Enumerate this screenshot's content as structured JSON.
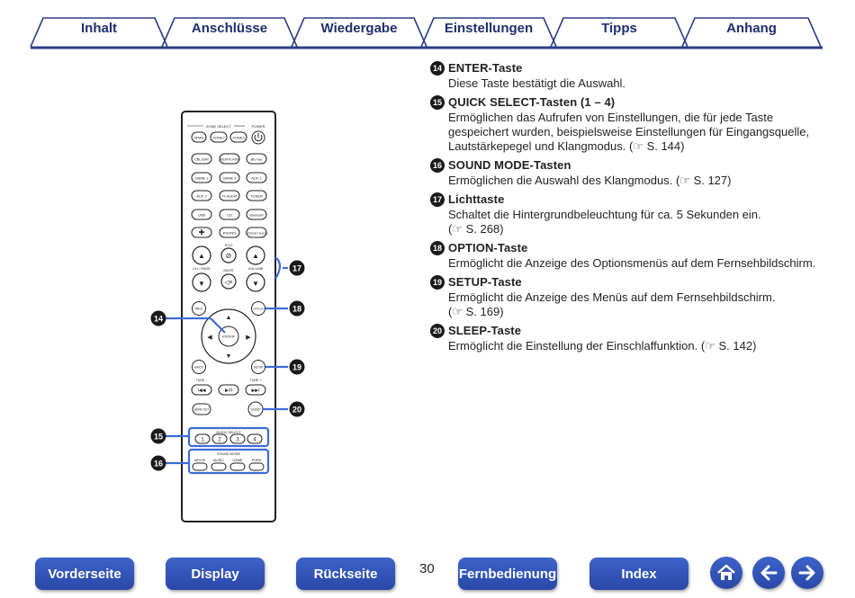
{
  "tabs": [
    {
      "label": "Inhalt"
    },
    {
      "label": "Anschlüsse"
    },
    {
      "label": "Wiedergabe"
    },
    {
      "label": "Einstellungen"
    },
    {
      "label": "Tipps"
    },
    {
      "label": "Anhang"
    }
  ],
  "items": [
    {
      "num": "14",
      "title": "ENTER-Taste",
      "desc": [
        "Diese Taste bestätigt die Auswahl."
      ],
      "ref": ""
    },
    {
      "num": "15",
      "title": "QUICK SELECT-Tasten (1 – 4)",
      "desc": [
        "Ermöglichen das Aufrufen von Einstellungen, die für jede Taste",
        "gespeichert wurden, beispielsweise Einstellungen für Eingangsquelle,",
        "Lautstärkepegel und Klangmodus."
      ],
      "ref": "S. 144"
    },
    {
      "num": "16",
      "title": "SOUND MODE-Tasten",
      "desc": [
        "Ermöglichen die Auswahl des Klangmodus."
      ],
      "ref": "S. 127"
    },
    {
      "num": "17",
      "title": "Lichttaste",
      "desc": [
        "Schaltet die Hintergrundbeleuchtung für ca. 5 Sekunden ein."
      ],
      "ref": "S. 268"
    },
    {
      "num": "18",
      "title": "OPTION-Taste",
      "desc": [
        "Ermöglicht die Anzeige des Optionsmenüs auf dem Fernsehbildschirm."
      ],
      "ref": ""
    },
    {
      "num": "19",
      "title": "SETUP-Taste",
      "desc": [
        "Ermöglicht die Anzeige des Menüs auf dem Fernsehbildschirm."
      ],
      "ref": "S. 169"
    },
    {
      "num": "20",
      "title": "SLEEP-Taste",
      "desc": [
        "Ermöglicht die Einstellung der Einschlaffunktion."
      ],
      "ref": "S. 142"
    }
  ],
  "remote": {
    "zone_select": "ZONE SELECT",
    "power": "POWER",
    "main": "MAIN",
    "zone2": "ZONE2",
    "zone3": "ZONE3",
    "cbl_sat": "CBL/SAT",
    "media_player": "MEDIA PLAYER",
    "bluray": "Blu-ray",
    "game1": "GAME 1",
    "game2": "GAME 2",
    "aux1": "AUX 1",
    "aux2": "AUX 2",
    "tv_audio": "TV AUDIO",
    "tuner": "TUNER",
    "usb": "USB",
    "cd": "CD",
    "bluetooth": "Bluetooth",
    "phono": "PHONO",
    "internet_radio": "INTERNET RADIO",
    "eco": "ECO",
    "ch_page": "CH / PAGE",
    "mute": "MUTE",
    "volume": "VOLUME",
    "info": "INFO",
    "option": "OPTION",
    "enter": "ENTER",
    "back": "BACK",
    "setup": "SETUP",
    "tune_minus": "TUNE –",
    "tune_plus": "TUNE +",
    "hdmi_out": "HDMI OUT",
    "sleep": "SLEEP",
    "quick_select": "QUICK SELECT",
    "qs": [
      "1",
      "2",
      "3",
      "4"
    ],
    "sound_mode": "SOUND MODE",
    "modes": [
      "MOVIE",
      "MUSIC",
      "GAME",
      "PURE"
    ]
  },
  "callouts": [
    "14",
    "15",
    "16",
    "17",
    "18",
    "19",
    "20"
  ],
  "bottom_nav": {
    "vorderseite": "Vorderseite",
    "display": "Display",
    "rueckseite": "Rückseite",
    "page_number": "30",
    "fernbedienung": "Fernbedienung",
    "index": "Index"
  },
  "icons": {
    "home": "home-icon",
    "back": "arrow-left-icon",
    "forward": "arrow-right-icon",
    "ref": "pointing-hand-icon"
  },
  "colors": {
    "tab_text": "#1f2f6e",
    "nav_blue": "#3356bb",
    "highlight": "#3b6bd6"
  }
}
